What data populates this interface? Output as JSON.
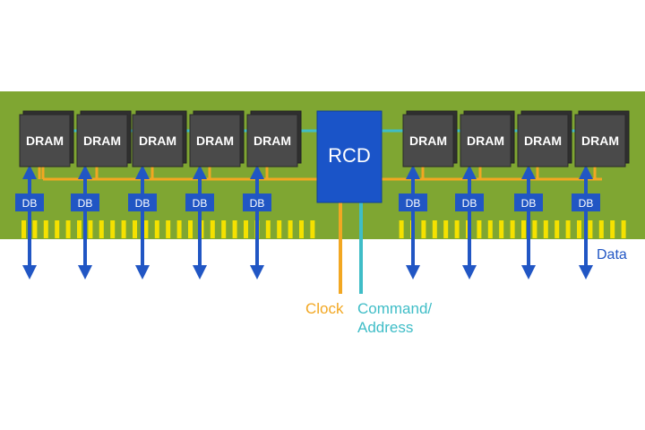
{
  "colors": {
    "pcb": "#7fa632",
    "dram_chip": "#4a4a4a",
    "dram_chip_shadow": "#2f2f2f",
    "rcd_chip": "#1a54c8",
    "db_chip": "#2156c4",
    "data_arrow": "#2156c4",
    "clock_line": "#f2a722",
    "command_line": "#3fbdc7",
    "gold_pin": "#f5e100",
    "chip_text": "#ffffff",
    "clock_label": "#f2a722",
    "command_label": "#3fbdc7",
    "data_label": "#2156c4"
  },
  "dram_label": "DRAM",
  "db_label": "DB",
  "rcd_label": "RCD",
  "left_drams": [
    "DRAM",
    "DRAM",
    "DRAM",
    "DRAM",
    "DRAM"
  ],
  "right_drams": [
    "DRAM",
    "DRAM",
    "DRAM",
    "DRAM"
  ],
  "dbs": [
    "DB",
    "DB",
    "DB",
    "DB",
    "DB",
    "DB",
    "DB",
    "DB",
    "DB"
  ],
  "labels": {
    "clock": "Clock",
    "command_line1": "Command/",
    "command_line2": "Address",
    "data": "Data"
  }
}
